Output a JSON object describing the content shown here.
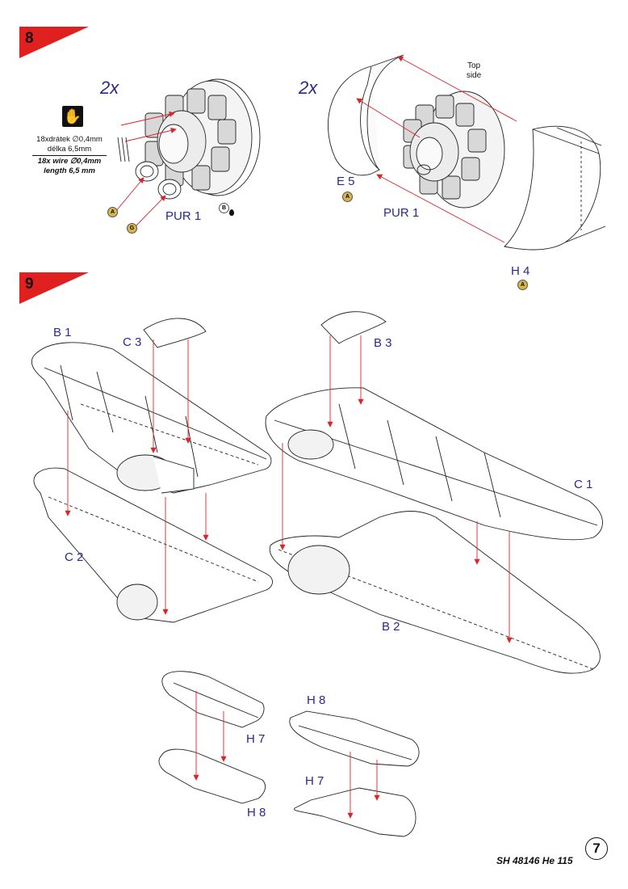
{
  "steps": [
    {
      "number": "8"
    },
    {
      "number": "9"
    }
  ],
  "step8": {
    "left_multiplier": "2x",
    "right_multiplier": "2x",
    "wire_note": {
      "line1": "18xdrátek ∅0,4mm",
      "line2": "délka 6,5mm",
      "line3": "18x wire ∅0,4mm",
      "line4": "length 6,5 mm"
    },
    "top_side_label": "Top side",
    "parts": {
      "pur1_left": "PUR 1",
      "pur1_right": "PUR 1",
      "e5": "E 5",
      "h4": "H 4"
    },
    "badges": [
      "A",
      "G",
      "B",
      "A",
      "A"
    ],
    "icons": [
      "hand-wire-icon",
      "glue-icon",
      "paint-drop-icon"
    ]
  },
  "step9": {
    "parts": {
      "b1": "B 1",
      "c3": "C 3",
      "b3": "B 3",
      "c1": "C 1",
      "c2": "C 2",
      "b2": "B 2",
      "h7_left": "H 7",
      "h8_left": "H 8",
      "h8_right": "H 8",
      "h7_right": "H 7"
    }
  },
  "footer": {
    "kit_code": "SH 48146 He 115",
    "page_number": "7"
  },
  "colors": {
    "step_flag": "#e0201f",
    "guide_arrow": "#d8262b",
    "label_text": "#2b2a8c",
    "badge_fill": "#d9b44a",
    "glue_green": "#7fb04a"
  }
}
